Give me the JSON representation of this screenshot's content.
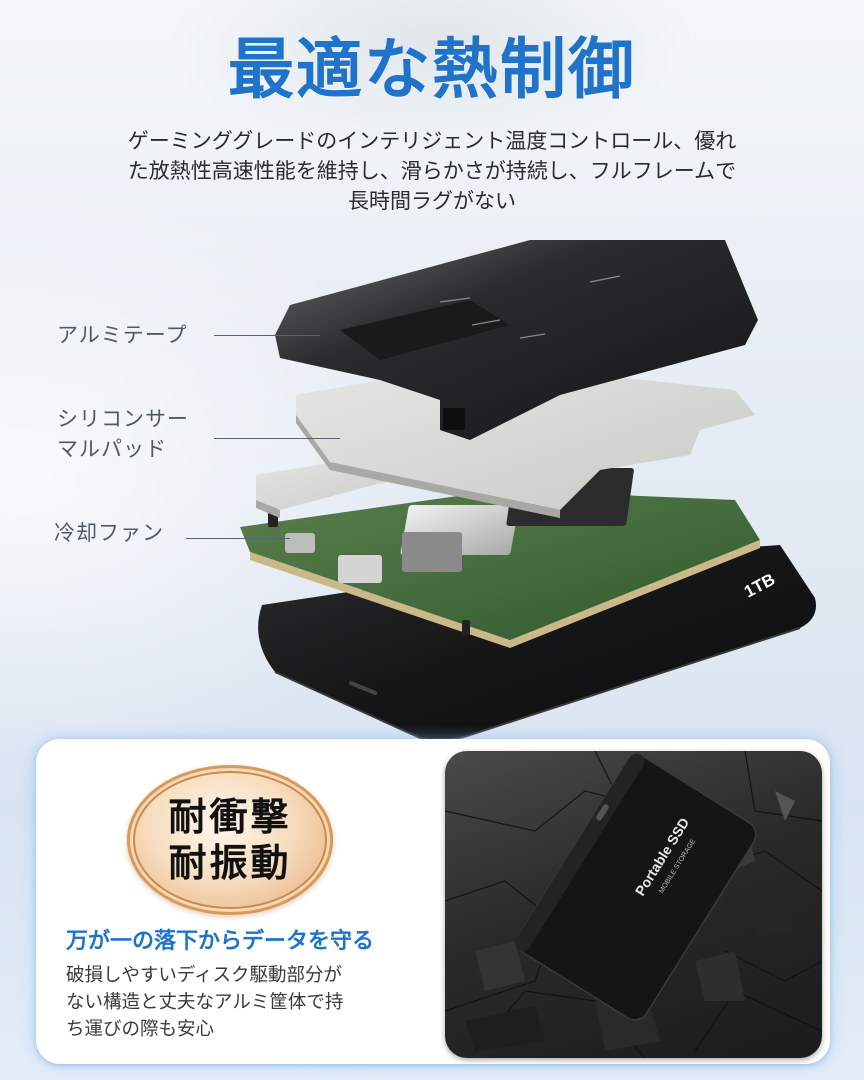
{
  "header": {
    "title": "最適な熱制御",
    "subtitle_lines": [
      "ゲーミンググレードのインテリジェント温度コントロール、優れ",
      "た放熱性高速性能を維持し、滑らかさが持続し、フルフレームで",
      "長時間ラグがない"
    ]
  },
  "diagram": {
    "labels": [
      {
        "lines": [
          "アルミテープ"
        ]
      },
      {
        "lines": [
          "シリコンサー",
          "マルパッド"
        ]
      },
      {
        "lines": [
          "冷却ファン"
        ]
      }
    ],
    "capacity_label": "1TB"
  },
  "feature": {
    "badge_lines": [
      "耐衝撃",
      "耐振動"
    ],
    "heading": "万が一の落下からデータを守る",
    "description_lines": [
      "破損しやすいディスク駆動部分が",
      "ない構造と丈夫なアルミ筐体で持",
      "ち運びの際も安心"
    ],
    "photo": {
      "product_text": "Portable SSD",
      "product_subtext": "MOBILE STORAGE"
    }
  },
  "colors": {
    "accent": "#1f73c9",
    "text": "#2b2b2b",
    "label": "#505a66",
    "pcb_green": "#3f6b3a",
    "badge_gold": "#d79a5c"
  }
}
